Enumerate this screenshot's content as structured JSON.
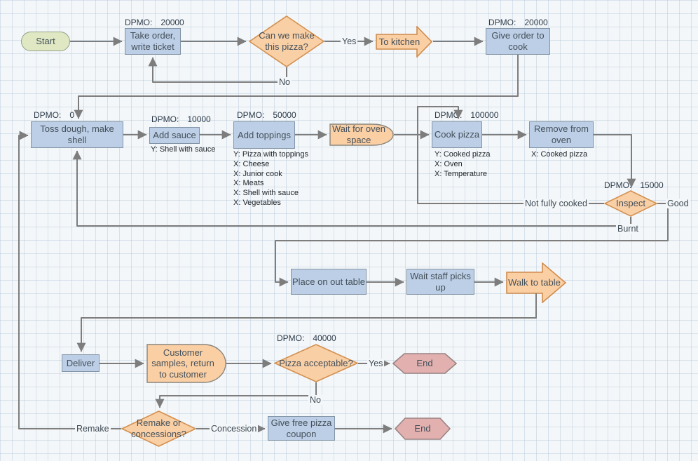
{
  "nodes": {
    "start": {
      "label": "Start"
    },
    "take_order": {
      "label": "Take order, write ticket",
      "dpmo_label": "DPMO:",
      "dpmo_value": "20000"
    },
    "decision_make": {
      "label": "Can we make this pizza?"
    },
    "to_kitchen": {
      "label": "To kitchen"
    },
    "give_order": {
      "label": "Give order to cook",
      "dpmo_label": "DPMO:",
      "dpmo_value": "20000"
    },
    "toss_dough": {
      "label": "Toss dough, make shell",
      "dpmo_label": "DPMO:",
      "dpmo_value": "0"
    },
    "add_sauce": {
      "label": "Add sauce",
      "dpmo_label": "DPMO:",
      "dpmo_value": "10000",
      "annotations": [
        "Y: Shell with sauce"
      ]
    },
    "add_toppings": {
      "label": "Add toppings",
      "dpmo_label": "DPMO:",
      "dpmo_value": "50000",
      "annotations": [
        "Y: Pizza with toppings",
        "X: Cheese",
        "X: Junior cook",
        "X: Meats",
        "X: Shell with sauce",
        "X: Vegetables"
      ]
    },
    "wait_oven": {
      "label": "Wait for oven space"
    },
    "cook_pizza": {
      "label": "Cook pizza",
      "dpmo_label": "DPMO:",
      "dpmo_value": "100000",
      "annotations": [
        "Y: Cooked pizza",
        "X: Oven",
        "X: Temperature"
      ]
    },
    "remove_oven": {
      "label": "Remove from oven",
      "annotations": [
        "X: Cooked pizza"
      ]
    },
    "inspect": {
      "label": "Inspect",
      "dpmo_label": "DPMO:",
      "dpmo_value": "15000"
    },
    "place_table": {
      "label": "Place on out table"
    },
    "wait_staff": {
      "label": "Wait staff picks up"
    },
    "walk_table": {
      "label": "Walk to table"
    },
    "deliver": {
      "label": "Deliver"
    },
    "cust_samples": {
      "label": "Customer samples, return to customer"
    },
    "accept": {
      "label": "Pizza acceptable?",
      "dpmo_label": "DPMO:",
      "dpmo_value": "40000"
    },
    "end1": {
      "label": "End"
    },
    "remake_dec": {
      "label": "Remake or concessions?"
    },
    "coupon": {
      "label": "Give free pizza coupon"
    },
    "end2": {
      "label": "End"
    }
  },
  "connector_labels": {
    "yes1": "Yes",
    "no1": "No",
    "not_fully_cooked": "Not fully cooked",
    "good": "Good",
    "burnt": "Burnt",
    "yes2": "Yes",
    "no2": "No",
    "remake": "Remake",
    "concession": "Concession"
  },
  "colors": {
    "process_fill": "#bdcfe6",
    "process_border": "#8193a5",
    "start_fill": "#dfe8c3",
    "start_border": "#93a089",
    "decision_fill": "#f9cfa6",
    "decision_border": "#d3904f",
    "delay_fill": "#fbcfa4",
    "delay_border": "#8a857d",
    "end_fill": "#e2b0af",
    "end_border": "#9a8484",
    "connector": "#7d7d7d",
    "canvas_bg": "#f4f7f9"
  }
}
